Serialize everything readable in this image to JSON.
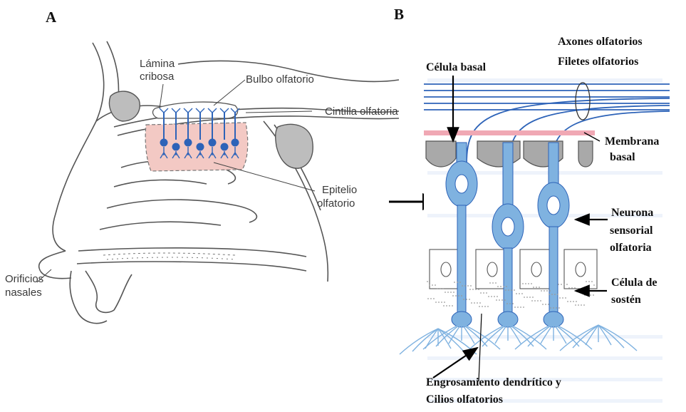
{
  "panel_a": {
    "letter": "A",
    "lamina_1": "Lámina",
    "lamina_2": "cribosa",
    "bulbo": "Bulbo olfatorio",
    "cintilla": "Cintilla olfatoria",
    "epitelio_1": "Epitelio",
    "epitelio_2": "olfatorio",
    "orificios_1": "Orificios",
    "orificios_2": "nasales"
  },
  "panel_b": {
    "letter": "B",
    "celula_basal": "Célula basal",
    "axones_1": "Axones olfatorios",
    "axones_2": "Filetes olfatorios",
    "membrana_1": "Membrana",
    "membrana_2": "basal",
    "neurona_1": "Neurona",
    "neurona_2": "sensorial",
    "neurona_3": "olfatoria",
    "sosten_1": "Célula de",
    "sosten_2": "sostén",
    "engros_1": "Engrosamiento dendrítico y",
    "engros_2": "Cilios olfatorios"
  },
  "colors": {
    "neuron_blue": "#7fb2e0",
    "neuron_dark": "#2d63b8",
    "epithelium_pink": "#f3c9c4",
    "membrane_pink": "#f0a8b4",
    "sketch_gray": "#555555",
    "bone_fill": "#bdbdbd"
  }
}
